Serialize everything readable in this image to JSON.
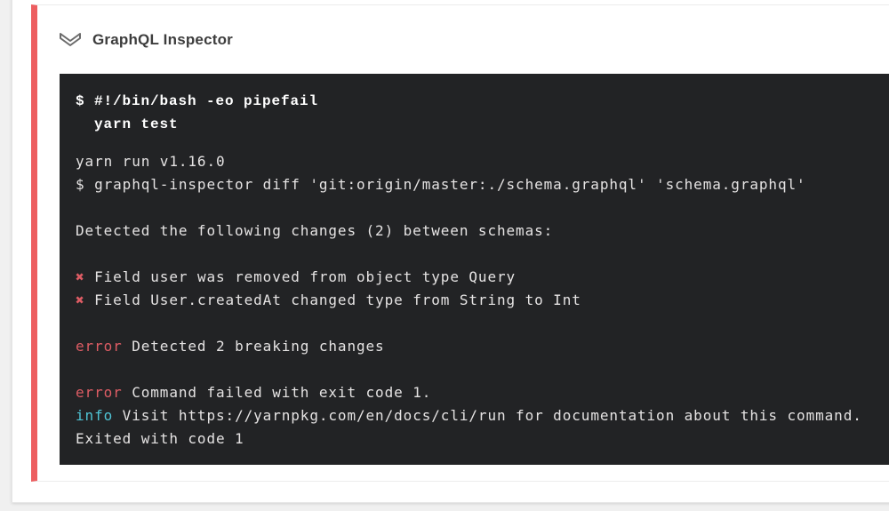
{
  "header": {
    "title": "GraphQL Inspector",
    "icon": "chevron-double-down-icon"
  },
  "terminal": {
    "command_lines": [
      "$ #!/bin/bash -eo pipefail",
      "  yarn test"
    ],
    "output_lines": [
      [
        {
          "t": "yarn run v1.16.0"
        }
      ],
      [
        {
          "t": "$ graphql-inspector diff 'git:origin/master:./schema.graphql' 'schema.graphql'"
        }
      ],
      [
        {
          "t": ""
        }
      ],
      [
        {
          "t": "Detected the following changes (2) between schemas:"
        }
      ],
      [
        {
          "t": ""
        }
      ],
      [
        {
          "t": "✖",
          "c": "red"
        },
        {
          "t": " Field user was removed from object type Query"
        }
      ],
      [
        {
          "t": "✖",
          "c": "red"
        },
        {
          "t": " Field User.createdAt changed type from String to Int"
        }
      ],
      [
        {
          "t": ""
        }
      ],
      [
        {
          "t": "error",
          "c": "red"
        },
        {
          "t": " Detected 2 breaking changes"
        }
      ],
      [
        {
          "t": ""
        }
      ],
      [
        {
          "t": "error",
          "c": "red"
        },
        {
          "t": " Command failed with exit code 1."
        }
      ],
      [
        {
          "t": "info",
          "c": "cyan"
        },
        {
          "t": " Visit https://yarnpkg.com/en/docs/cli/run for documentation about this command."
        }
      ],
      [
        {
          "t": "Exited with code 1"
        }
      ]
    ]
  },
  "colors": {
    "page_bg": "#f0f0f0",
    "accent_red": "#ed5e60",
    "error_red": "#dd5c64",
    "info_cyan": "#4fc3d4",
    "terminal_bg": "#222325",
    "terminal_text": "#e5e3e3",
    "icon_stroke": "#6b6b6b",
    "title_color": "#3d3d3d"
  }
}
